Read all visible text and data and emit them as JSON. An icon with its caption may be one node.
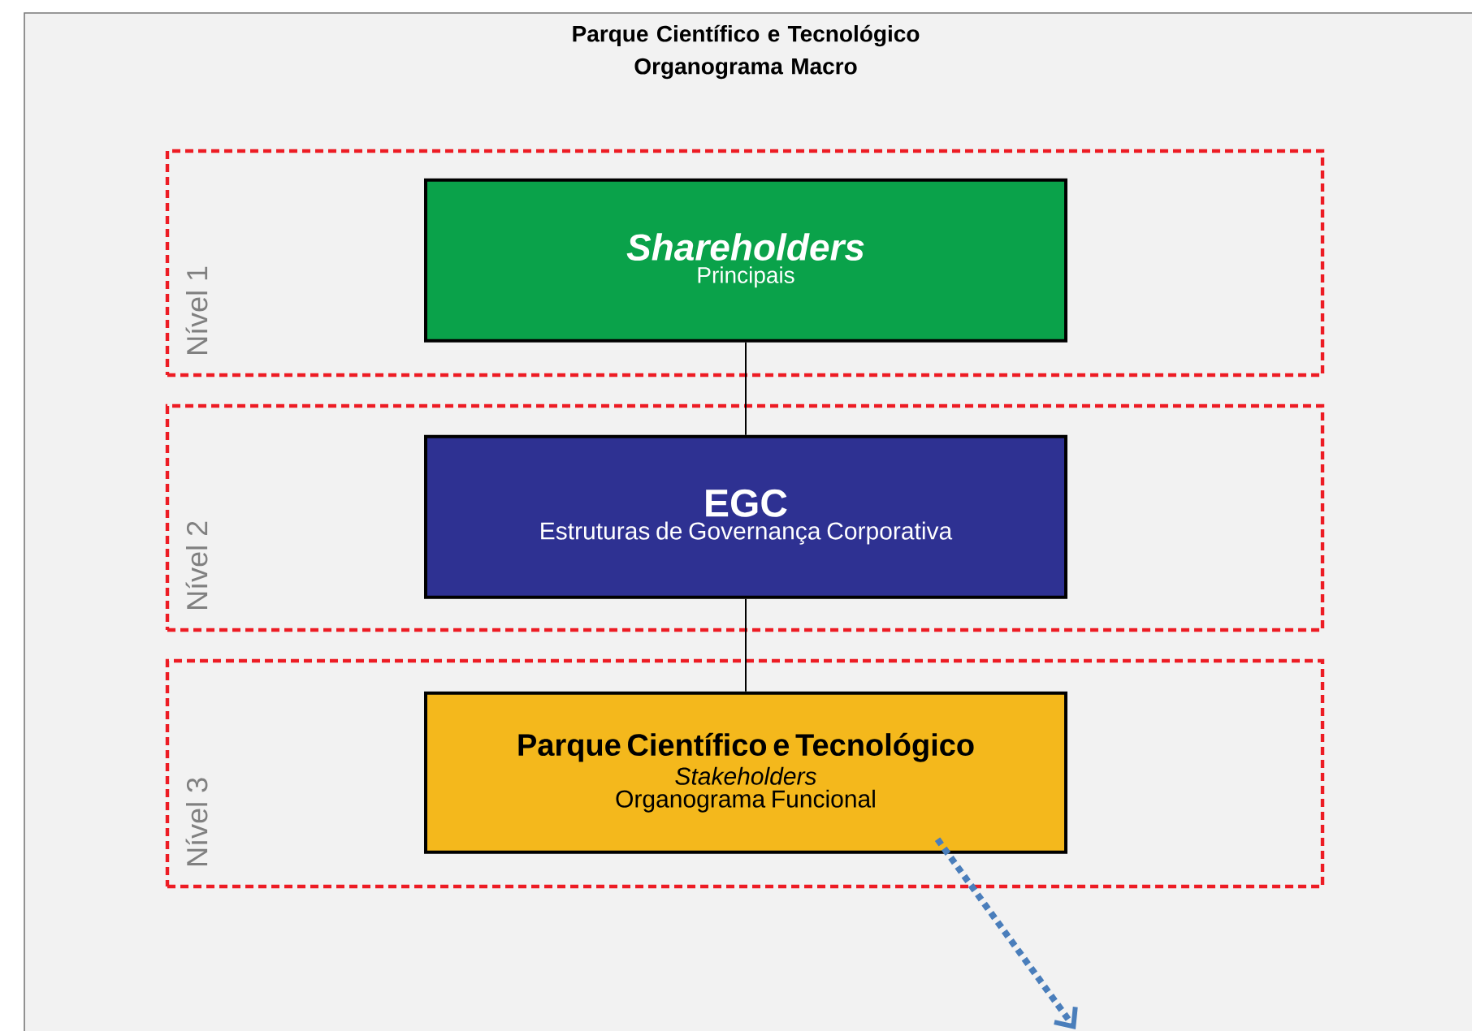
{
  "diagram": {
    "title": "Parque Científico e Tecnológico Organograma Macro",
    "nodes": [
      {
        "text": [
          "Nível 1"
        ]
      },
      {
        "text": [
          "Shareholders",
          "Principais"
        ],
        "in": 0
      },
      {
        "text": [
          "Nível 2"
        ]
      },
      {
        "text": [
          "EGC",
          "Estruturas de Governança Corporativa"
        ],
        "in": 2
      },
      {
        "text": [
          "Nível 3"
        ]
      },
      {
        "text": [
          "Parque Científico e Tecnológico",
          "Stakeholders",
          "Organograma Funcional"
        ],
        "in": 4
      }
    ],
    "edges": [
      {
        "from": 1,
        "to": 3,
        "arrow": "none"
      },
      {
        "from": 3,
        "to": 5,
        "arrow": "none"
      },
      {
        "from": 5,
        "to": null,
        "arrow": "to",
        "style": "dashed",
        "color": "#4a7ebb"
      }
    ]
  }
}
